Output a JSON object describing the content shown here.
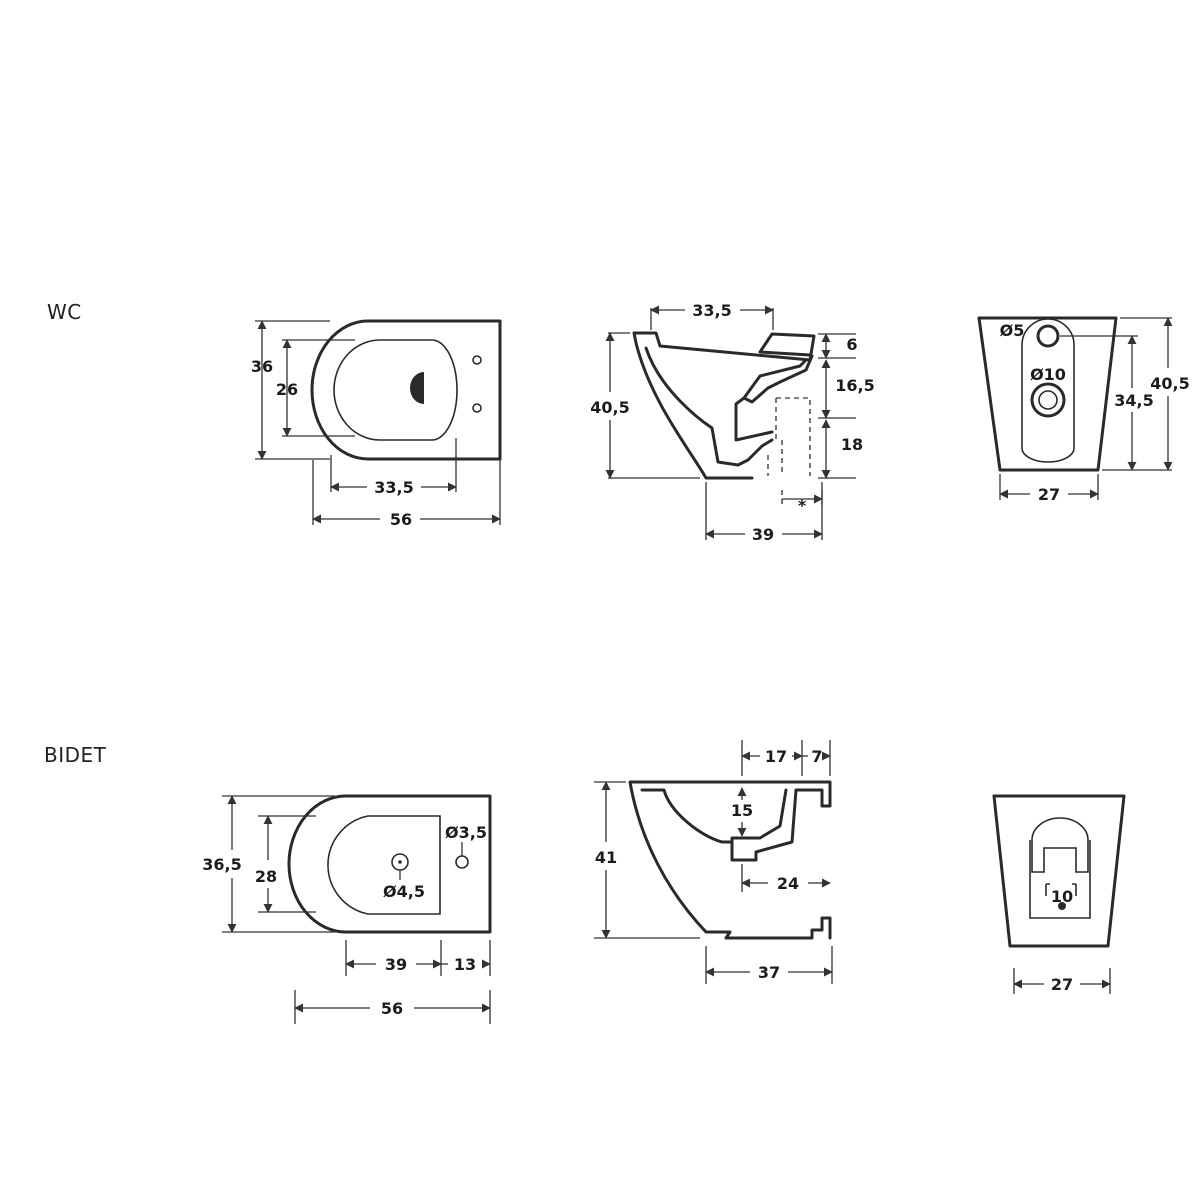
{
  "sections": {
    "wc": {
      "label": "WC",
      "top_view": {
        "width": "56",
        "height": "36",
        "inner_height": "26",
        "inner_length": "33,5"
      },
      "side_view": {
        "top_length": "33,5",
        "height": "40,5",
        "rim": "6",
        "pipe_high": "16,5",
        "pipe_low": "18",
        "base_length": "39",
        "note": "*"
      },
      "back_view": {
        "hole_small": "Ø5",
        "hole_large": "Ø10",
        "height": "40,5",
        "outlet_height": "34,5",
        "width": "27"
      }
    },
    "bidet": {
      "label": "BIDET",
      "top_view": {
        "width": "56",
        "height": "36,5",
        "inner_height": "28",
        "front": "39",
        "rear": "13",
        "tap_hole": "Ø3,5",
        "drain_hole": "Ø4,5"
      },
      "side_view": {
        "top_a": "17",
        "top_b": "7",
        "height": "41",
        "inner_depth": "15",
        "inner_length": "24",
        "base_length": "37"
      },
      "back_view": {
        "width": "27",
        "fixing": "10"
      }
    }
  }
}
